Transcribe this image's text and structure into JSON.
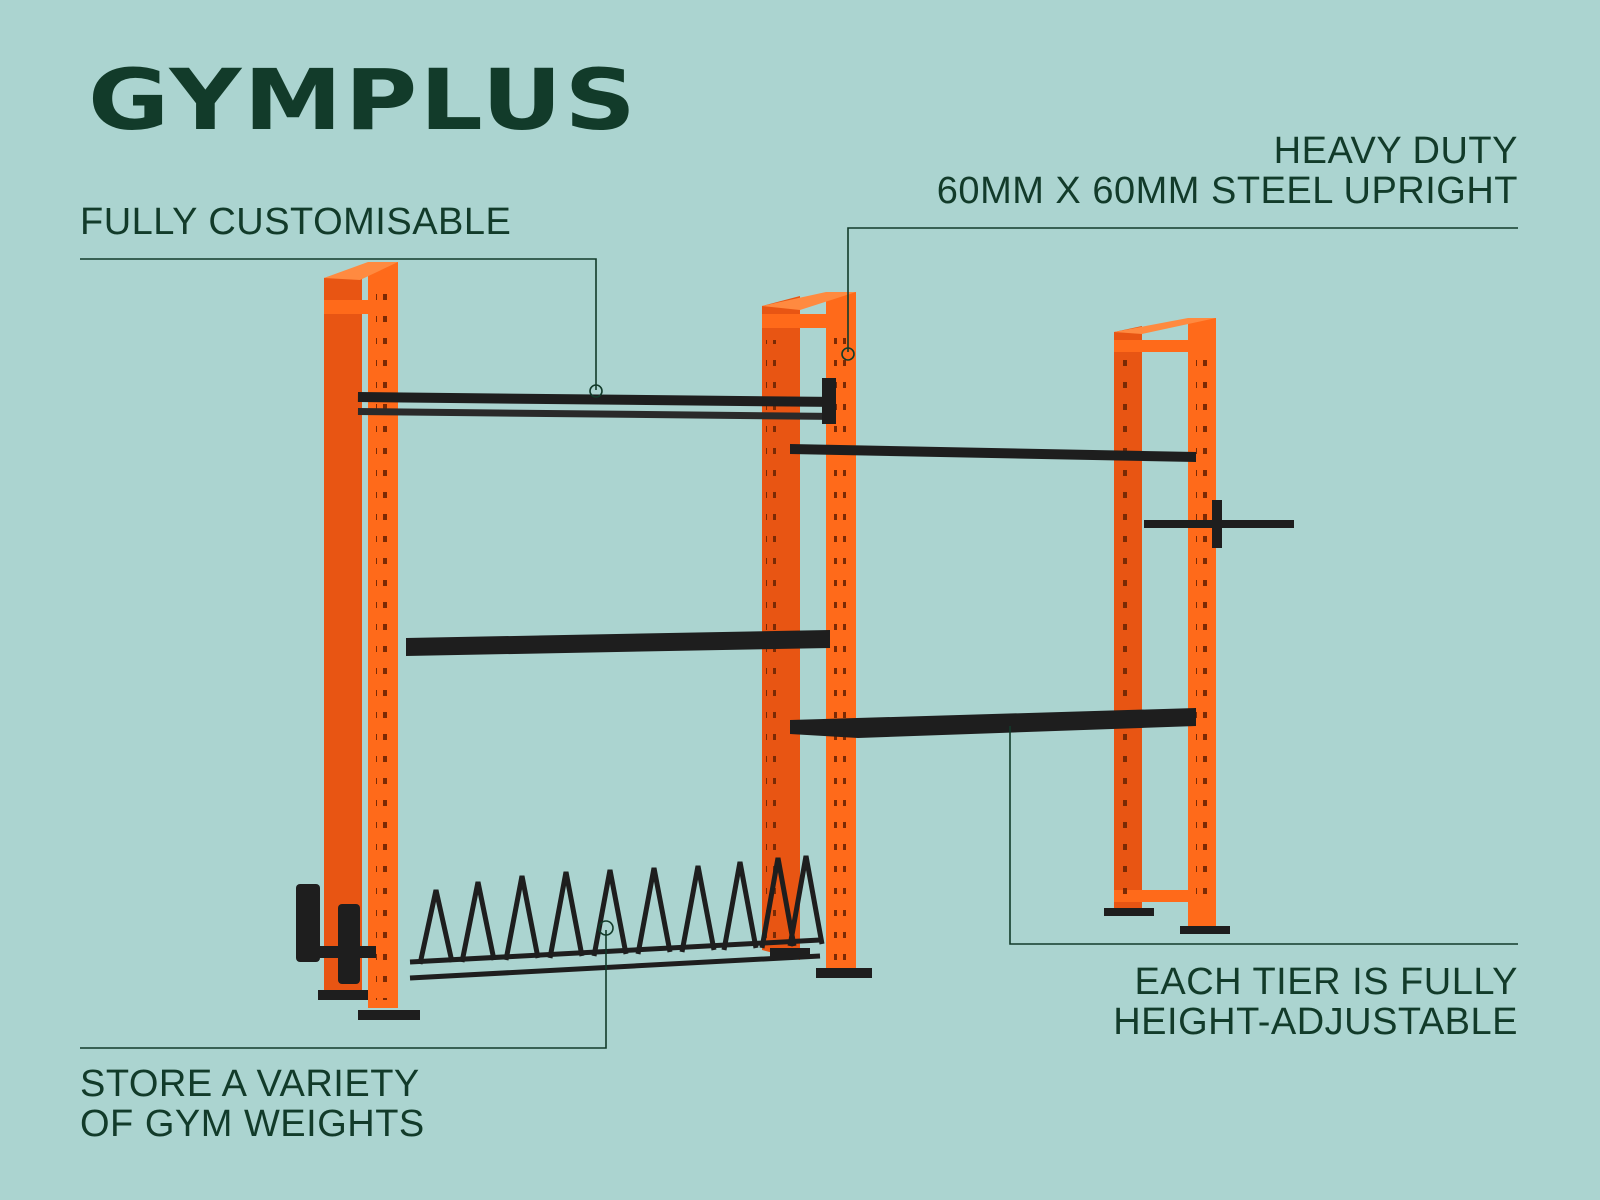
{
  "brand": {
    "logo_text": "GYMPLUS",
    "color": "#123b2a"
  },
  "background_color": "#abd4d0",
  "frame_color": "#ff6a1a",
  "bar_color": "#1e1e1e",
  "callouts": {
    "customisable": {
      "line1": "FULLY CUSTOMISABLE"
    },
    "heavy_duty": {
      "line1": "HEAVY DUTY",
      "line2": "60MM X 60MM STEEL UPRIGHT"
    },
    "tier": {
      "line1": "EACH TIER IS FULLY",
      "line2": "HEIGHT-ADJUSTABLE"
    },
    "store": {
      "line1": "STORE A VARIETY",
      "line2": "OF GYM WEIGHTS"
    }
  }
}
